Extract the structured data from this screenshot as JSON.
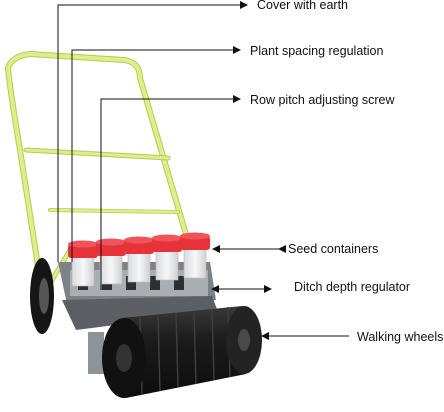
{
  "labels": {
    "cover_with_earth": "Cover with earth",
    "plant_spacing_regulation": "Plant spacing regulation",
    "row_pitch_adjusting_screw": "Row pitch adjusting screw",
    "seed_containers": "Seed containers",
    "ditch_depth_regulator": "Ditch depth regulator",
    "walking_wheels": "Walking wheels"
  },
  "colors": {
    "frame": "#dfee8a",
    "frame_edge": "#b9c957",
    "hopper_lid": "#e8323a",
    "hopper_body": "#eef0f2",
    "wheel": "#1b1b1b",
    "metal": "#9fa4a8",
    "leader_line": "#111111"
  }
}
